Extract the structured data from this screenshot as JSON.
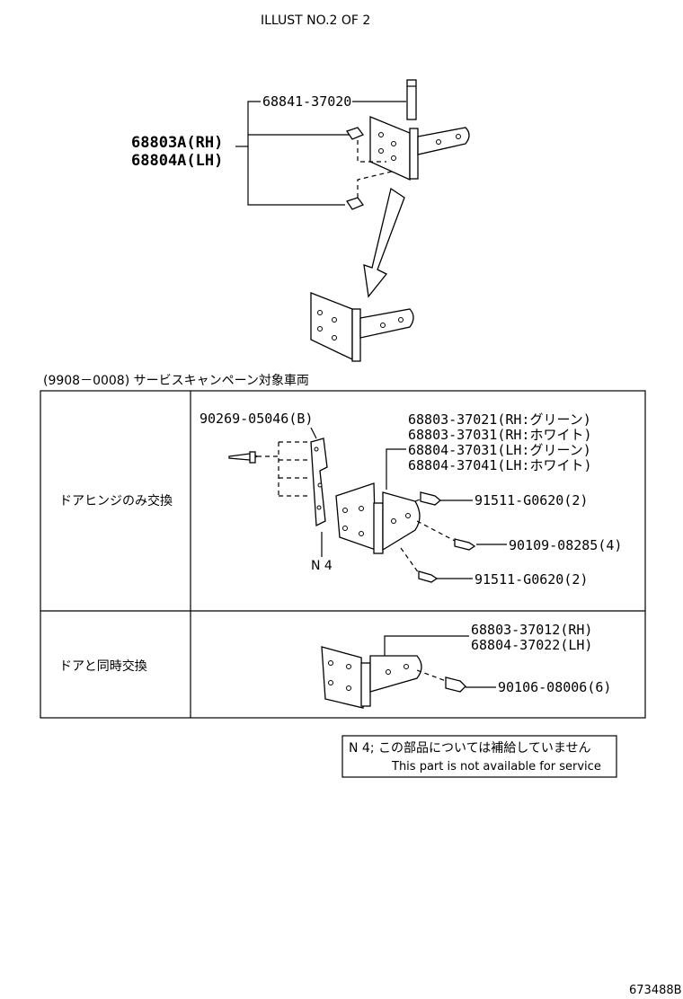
{
  "header": {
    "title": "ILLUST NO.2 OF 2"
  },
  "top": {
    "pin_part": "68841-37020",
    "hinge_rh": "68803A(RH)",
    "hinge_lh": "68804A(LH)"
  },
  "campaign": {
    "title": "(9908－0008) サービスキャンペーン対象車両"
  },
  "table": {
    "row1": {
      "label": "ドアヒンジのみ交換",
      "bolt_top": "90269-05046(B)",
      "hinge_parts": [
        "68803-37021(RH:グリーン)",
        "68803-37031(RH:ホワイト)",
        "68804-37031(LH:グリーン)",
        "68804-37041(LH:ホワイト)"
      ],
      "bolt1": "91511-G0620(2)",
      "bolt2": "90109-08285(4)",
      "bolt3": "91511-G0620(2)",
      "note_ref": "N 4"
    },
    "row2": {
      "label": "ドアと同時交換",
      "hinge_parts": [
        "68803-37012(RH)",
        "68804-37022(LH)"
      ],
      "bolt": "90106-08006(6)"
    }
  },
  "note": {
    "jp": "N 4; この部品については補給していません",
    "en": "This part is not available for service"
  },
  "footer": {
    "code": "673488B"
  }
}
